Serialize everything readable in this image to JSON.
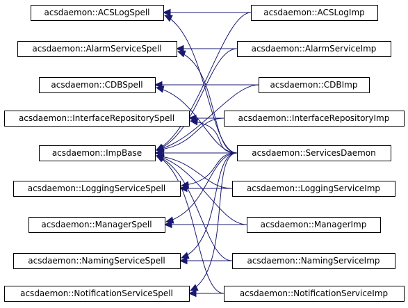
{
  "diagram": {
    "type": "class-inheritance-graph",
    "nodes": [
      {
        "id": "ACSLogSpell",
        "label": "acsdaemon::ACSLogSpell"
      },
      {
        "id": "AlarmServiceSpell",
        "label": "acsdaemon::AlarmServiceSpell"
      },
      {
        "id": "CDBSpell",
        "label": "acsdaemon::CDBSpell"
      },
      {
        "id": "InterfaceRepositorySpell",
        "label": "acsdaemon::InterfaceRepositorySpell"
      },
      {
        "id": "ImpBase",
        "label": "acsdaemon::ImpBase"
      },
      {
        "id": "LoggingServiceSpell",
        "label": "acsdaemon::LoggingServiceSpell"
      },
      {
        "id": "ManagerSpell",
        "label": "acsdaemon::ManagerSpell"
      },
      {
        "id": "NamingServiceSpell",
        "label": "acsdaemon::NamingServiceSpell"
      },
      {
        "id": "NotificationServiceSpell",
        "label": "acsdaemon::NotificationServiceSpell"
      },
      {
        "id": "ACSLogImp",
        "label": "acsdaemon::ACSLogImp"
      },
      {
        "id": "AlarmServiceImp",
        "label": "acsdaemon::AlarmServiceImp"
      },
      {
        "id": "CDBImp",
        "label": "acsdaemon::CDBImp"
      },
      {
        "id": "InterfaceRepositoryImp",
        "label": "acsdaemon::InterfaceRepositoryImp"
      },
      {
        "id": "ServicesDaemon",
        "label": "acsdaemon::ServicesDaemon"
      },
      {
        "id": "LoggingServiceImp",
        "label": "acsdaemon::LoggingServiceImp"
      },
      {
        "id": "ManagerImp",
        "label": "acsdaemon::ManagerImp"
      },
      {
        "id": "NamingServiceImp",
        "label": "acsdaemon::NamingServiceImp"
      },
      {
        "id": "NotificationServiceImp",
        "label": "acsdaemon::NotificationServiceImp"
      }
    ],
    "edges": [
      {
        "from": "ACSLogImp",
        "to": "ACSLogSpell"
      },
      {
        "from": "AlarmServiceImp",
        "to": "AlarmServiceSpell"
      },
      {
        "from": "CDBImp",
        "to": "CDBSpell"
      },
      {
        "from": "InterfaceRepositoryImp",
        "to": "InterfaceRepositorySpell"
      },
      {
        "from": "LoggingServiceImp",
        "to": "LoggingServiceSpell"
      },
      {
        "from": "ManagerImp",
        "to": "ManagerSpell"
      },
      {
        "from": "NamingServiceImp",
        "to": "NamingServiceSpell"
      },
      {
        "from": "NotificationServiceImp",
        "to": "NotificationServiceSpell"
      },
      {
        "from": "ServicesDaemon",
        "to": "ACSLogSpell"
      },
      {
        "from": "ServicesDaemon",
        "to": "AlarmServiceSpell"
      },
      {
        "from": "ServicesDaemon",
        "to": "CDBSpell"
      },
      {
        "from": "ServicesDaemon",
        "to": "InterfaceRepositorySpell"
      },
      {
        "from": "ServicesDaemon",
        "to": "LoggingServiceSpell"
      },
      {
        "from": "ServicesDaemon",
        "to": "ManagerSpell"
      },
      {
        "from": "ServicesDaemon",
        "to": "NamingServiceSpell"
      },
      {
        "from": "ServicesDaemon",
        "to": "NotificationServiceSpell"
      },
      {
        "from": "ServicesDaemon",
        "to": "ImpBase"
      },
      {
        "from": "ACSLogImp",
        "to": "ImpBase"
      },
      {
        "from": "AlarmServiceImp",
        "to": "ImpBase"
      },
      {
        "from": "CDBImp",
        "to": "ImpBase"
      },
      {
        "from": "InterfaceRepositoryImp",
        "to": "ImpBase"
      },
      {
        "from": "LoggingServiceImp",
        "to": "ImpBase"
      },
      {
        "from": "ManagerImp",
        "to": "ImpBase"
      },
      {
        "from": "NamingServiceImp",
        "to": "ImpBase"
      },
      {
        "from": "NotificationServiceImp",
        "to": "ImpBase"
      }
    ],
    "colors": {
      "edge": "#191970",
      "box_border": "#000000",
      "background": "#ffffff"
    }
  }
}
